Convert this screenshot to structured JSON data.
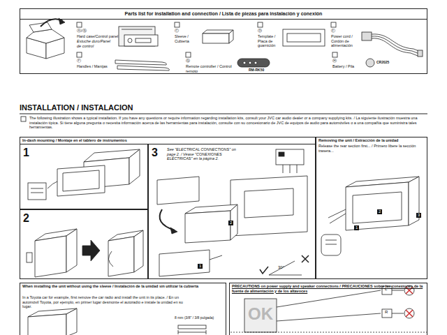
{
  "diagram": {
    "title": "INSTALLATION / INSTALACION",
    "nodes": [
      {
        "text": [
          "Parts list for installation and connection / Lista de piezas para instalación y conexión"
        ]
      },
      {
        "text": [
          "In-dash mounting / Montaje en el tablero de instrumentos"
        ]
      },
      {
        "text": [
          "1"
        ],
        "in": 1
      },
      {
        "text": [
          "2"
        ],
        "in": 1
      },
      {
        "text": [
          "3",
          "See \"ELECTRICAL CONNECTIONS\" on page 2. / Véase \"CONEXIONES ELÉCTRICAS\" en la página 2."
        ],
        "in": 1
      },
      {
        "text": [
          "Removing the unit / Extracción de la unidad",
          "Release the rear section first... / Primero libere la sección trasera..."
        ]
      },
      {
        "text": [
          "When installing the unit without using the sleeve / Instalación de la unidad sin utilizar la cubierta",
          "In a Toyota car for example, first remove the car radio and install the unit in its place. / En un automóvil Toyota, por ejemplo, en primer lugar desmonte el autoradio e instale la unidad en su lugar."
        ]
      },
      {
        "text": [
          "PRECAUTIONS on power supply and speaker connections / PRECAUCIONES sobre las conexiones de la fuente de alimentación y de los altavoces"
        ]
      }
    ],
    "labels": [
      "Ⓐ/Ⓑ",
      "Hard case/Control panel",
      "Estuche duro/Panel de control",
      "Ⓒ",
      "Sleeve / Cubierta",
      "Ⓓ",
      "Template / Placa de guarnición",
      "Ⓔ",
      "Power cord / Cordón de alimentación",
      "Ⓕ",
      "Handles / Manijas",
      "Ⓖ",
      "Remote controller / Control remoto",
      "RM-RK50",
      "Ⓗ",
      "Battery / Pila",
      "CR2025",
      "The following illustration shows a typical installation. If you have any questions or require information regarding installation kits, consult your JVC car audio dealer or a company supplying kits. / La siguiente ilustración muestra una instalación típica. Si tiene alguna pregunta o necesita información acerca de las herramientas para instalación, consulte con su concesionario de JVC de equipos de audio para automóviles o a una compañía que suministra tales herramientas.",
      "1",
      "2",
      "30°",
      "1",
      "2",
      "3",
      "8 mm (3/8\" / 3/8 pulgada)",
      "L",
      "R",
      "OK"
    ]
  }
}
